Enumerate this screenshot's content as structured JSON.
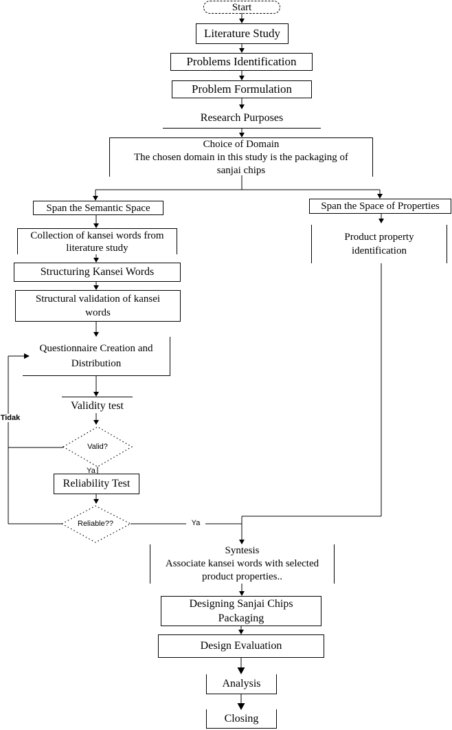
{
  "nodes": {
    "start": {
      "label": "Start"
    },
    "literature_study": {
      "label": "Literature Study"
    },
    "problems_identification": {
      "label": "Problems Identification"
    },
    "problem_formulation": {
      "label": "Problem Formulation"
    },
    "research_purposes": {
      "label": "Research Purposes"
    },
    "choice_of_domain": {
      "label": "Choice of Domain\nThe chosen domain in this study is the packaging of\nsanjai chips"
    },
    "span_semantic_space": {
      "label": "Span the Semantic Space"
    },
    "collection_kansei_words": {
      "label": "Collection of kansei words from\nliterature study"
    },
    "structuring_kansei_words": {
      "label": "Structuring Kansei Words"
    },
    "structural_validation": {
      "label": "Structural validation of kansei\nwords"
    },
    "questionnaire": {
      "label": "Questionnaire Creation and\nDistribution"
    },
    "validity_test": {
      "label": "Validity test"
    },
    "valid_decision": {
      "label": "Valid?"
    },
    "reliability_test": {
      "label": "Reliability Test"
    },
    "reliable_decision": {
      "label": "Reliable??"
    },
    "span_space_properties": {
      "label": "Span the Space of Properties"
    },
    "product_property": {
      "label": "Product property\nidentification"
    },
    "syntesis": {
      "label": "Syntesis\nAssociate kansei words with selected\nproduct properties.."
    },
    "designing": {
      "label": "Designing Sanjai Chips\nPackaging"
    },
    "design_evaluation": {
      "label": "Design Evaluation"
    },
    "analysis": {
      "label": "Analysis"
    },
    "closing": {
      "label": "Closing"
    }
  },
  "edge_labels": {
    "tidak": "Tidak",
    "ya_after_valid": "Ya",
    "ya_after_reliable": "Ya"
  },
  "colors": {
    "line": "#000000",
    "background": "#ffffff",
    "text": "#000000"
  }
}
